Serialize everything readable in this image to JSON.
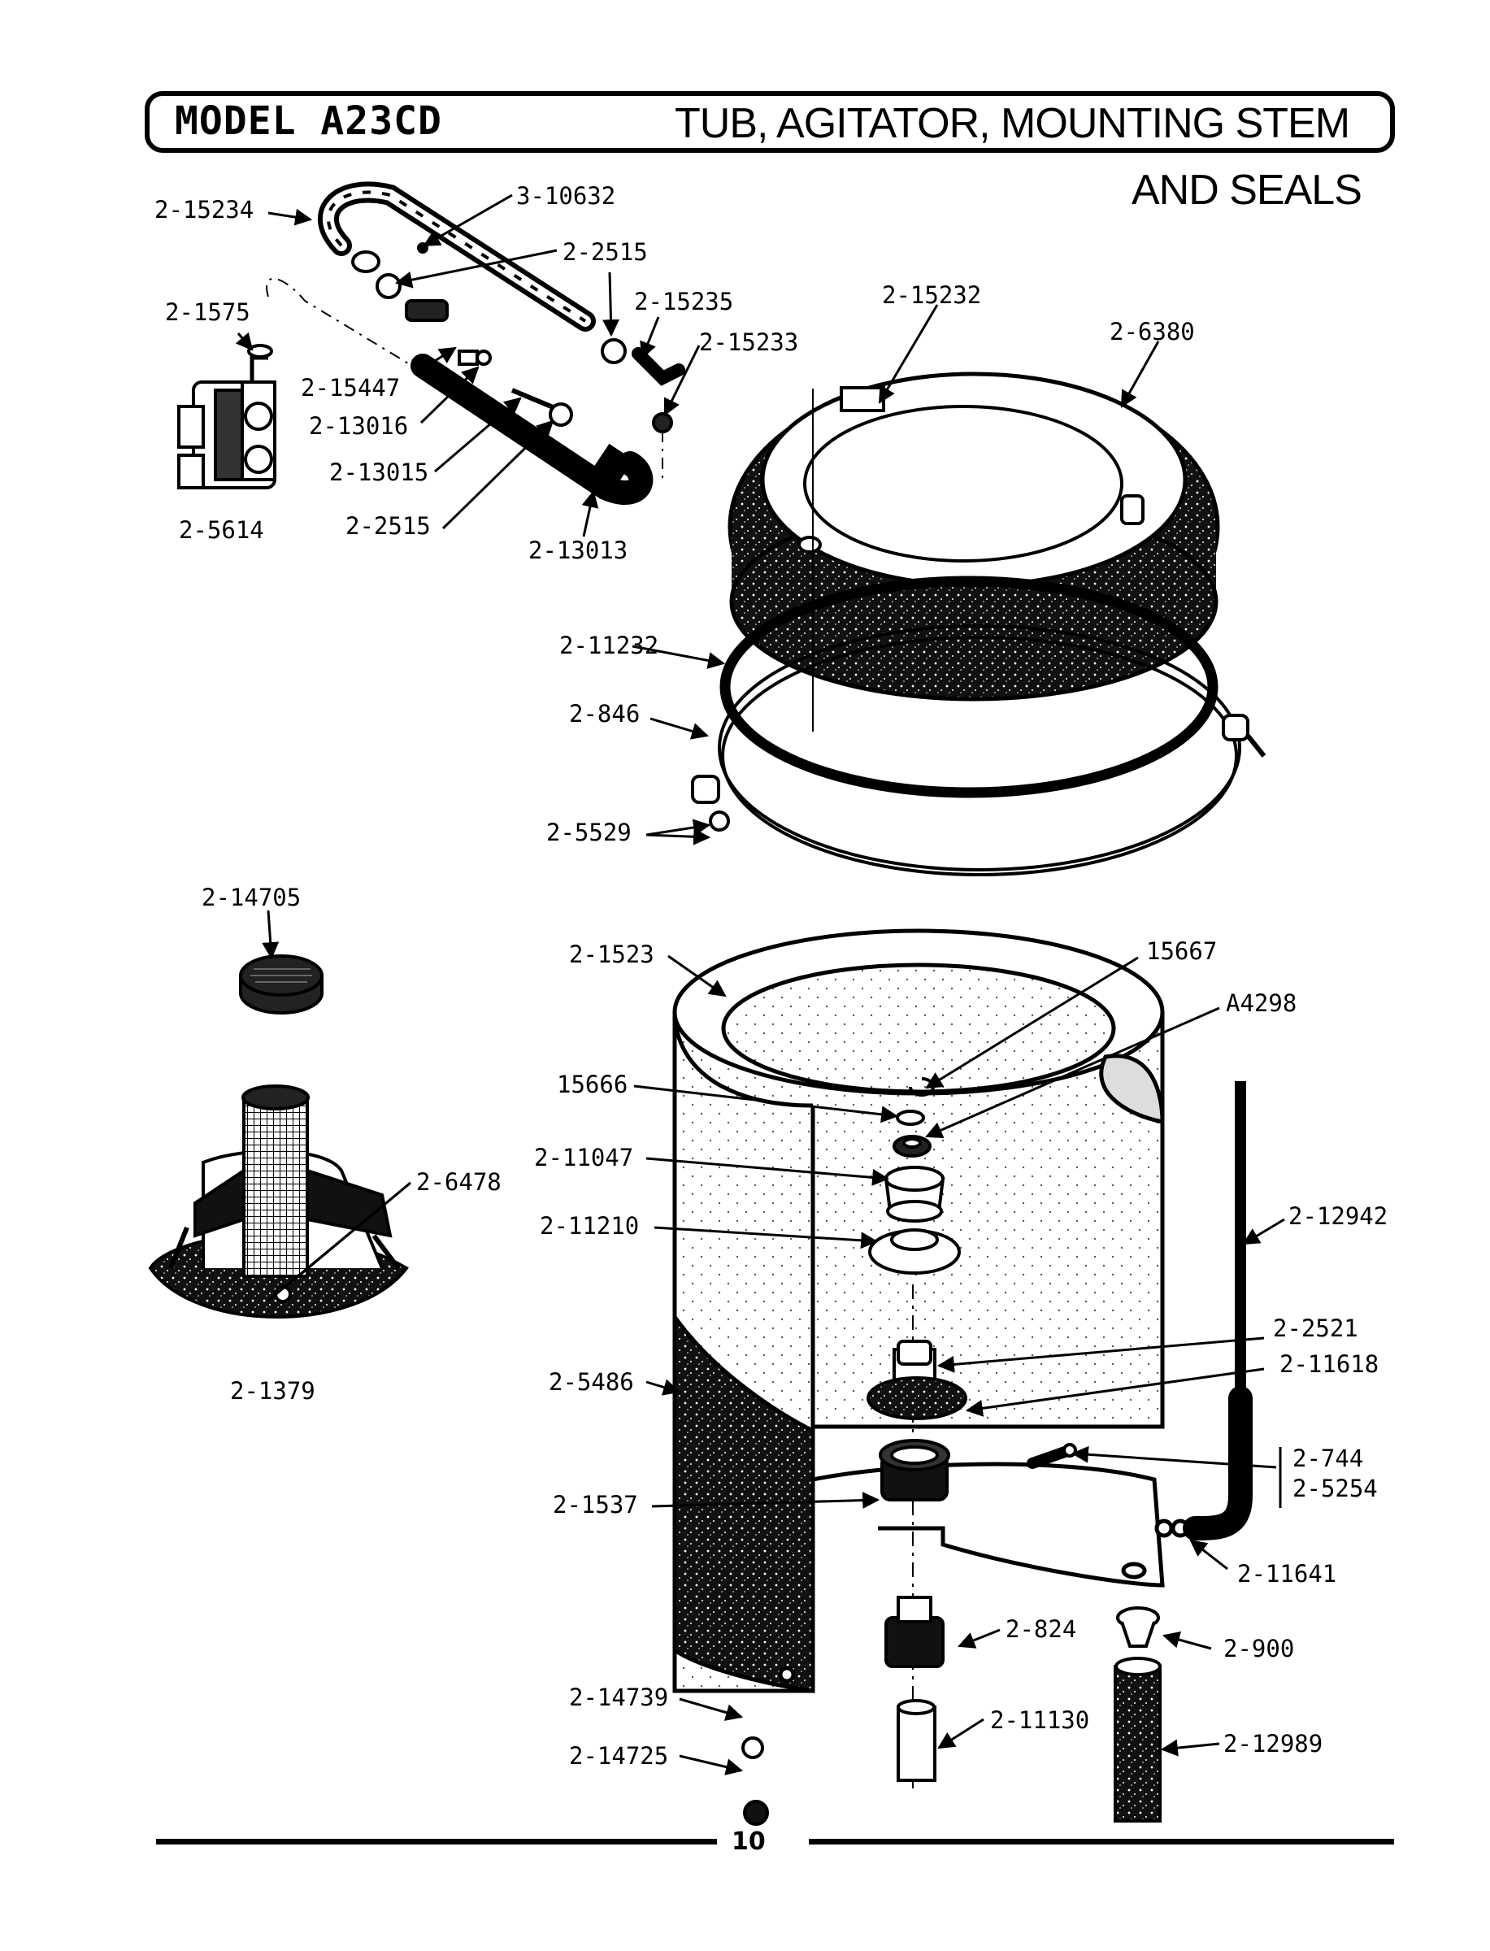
{
  "header": {
    "model": "MODEL A23CD",
    "title_line1": "TUB, AGITATOR, MOUNTING STEM",
    "title_line2": "AND SEALS"
  },
  "labels": {
    "p_2_15234": "2-15234",
    "p_3_10632": "3-10632",
    "p_2_2515_a": "2-2515",
    "p_2_1575": "2-1575",
    "p_2_15235": "2-15235",
    "p_2_15232": "2-15232",
    "p_2_15233": "2-15233",
    "p_2_6380": "2-6380",
    "p_2_15447": "2-15447",
    "p_2_13016": "2-13016",
    "p_2_13015": "2-13015",
    "p_2_5614": "2-5614",
    "p_2_2515_b": "2-2515",
    "p_2_13013": "2-13013",
    "p_2_11232": "2-11232",
    "p_2_846": "2-846",
    "p_2_5529": "2-5529",
    "p_2_14705": "2-14705",
    "p_2_1523": "2-1523",
    "p_15667": "15667",
    "p_A4298": "A4298",
    "p_15666": "15666",
    "p_2_11047": "2-11047",
    "p_2_6478": "2-6478",
    "p_2_11210": "2-11210",
    "p_2_12942": "2-12942",
    "p_2_2521": "2-2521",
    "p_2_11618": "2-11618",
    "p_2_1379": "2-1379",
    "p_2_5486": "2-5486",
    "p_2_744": "2-744",
    "p_2_5254": "2-5254",
    "p_2_1537": "2-1537",
    "p_2_11641": "2-11641",
    "p_2_824": "2-824",
    "p_2_900": "2-900",
    "p_2_14739": "2-14739",
    "p_2_11130": "2-11130",
    "p_2_12989": "2-12989",
    "p_2_14725": "2-14725"
  },
  "footer": {
    "page_number": "10"
  }
}
